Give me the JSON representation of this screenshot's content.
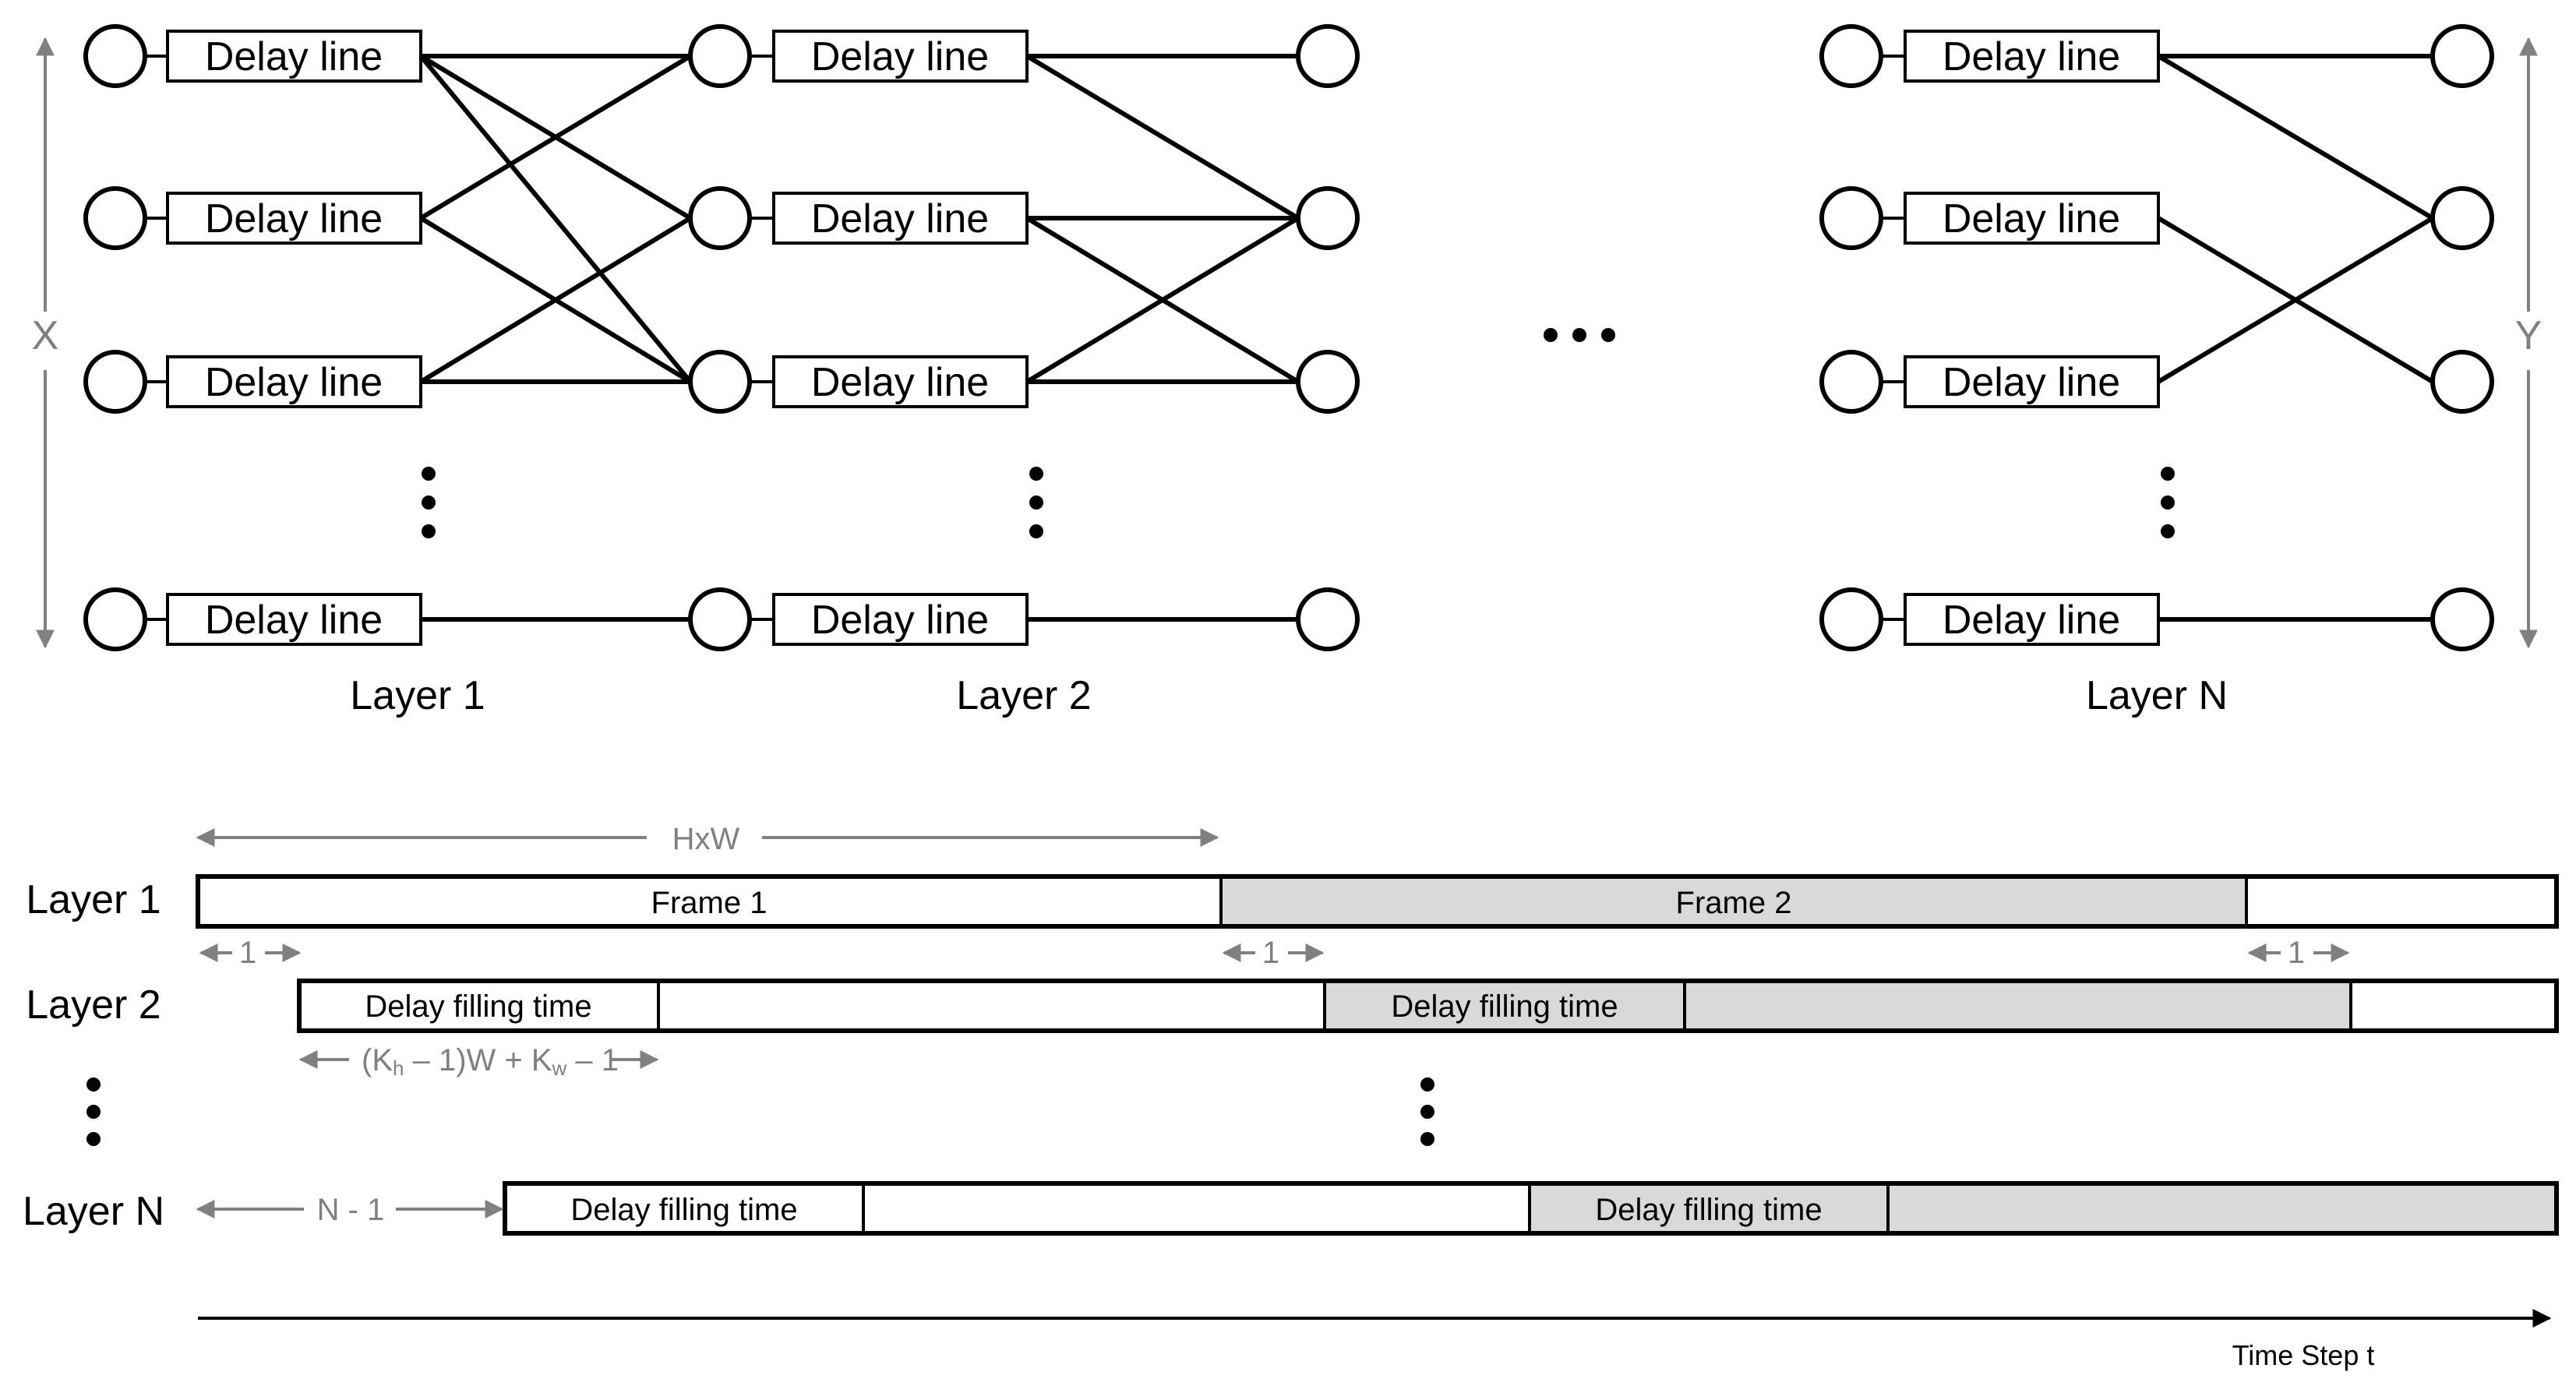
{
  "network": {
    "delay_line_label": "Delay line",
    "layer_labels": [
      "Layer 1",
      "Layer 2",
      "Layer N"
    ],
    "input_axis_label": "X",
    "output_axis_label": "Y",
    "ellipsis": "•••"
  },
  "timeline": {
    "rows": [
      {
        "label": "Layer 1",
        "segments": [
          "Frame 1",
          "Frame 2",
          ""
        ]
      },
      {
        "label": "Layer 2",
        "segments": [
          "Delay filling time",
          "",
          "Delay filling time",
          "",
          ""
        ]
      },
      {
        "label": "Layer N",
        "segments": [
          "Delay filling time",
          "",
          "Delay filling time",
          ""
        ]
      }
    ],
    "annotations": {
      "frame_length": "HxW",
      "one_step": "1",
      "delay_fill_length_base": "(K",
      "delay_fill_sub_h": "h",
      "delay_fill_mid": " – 1)W + K",
      "delay_fill_sub_w": "w",
      "delay_fill_end": " – 1",
      "layer_offset": "N - 1"
    },
    "time_axis_label": "Time Step t"
  }
}
